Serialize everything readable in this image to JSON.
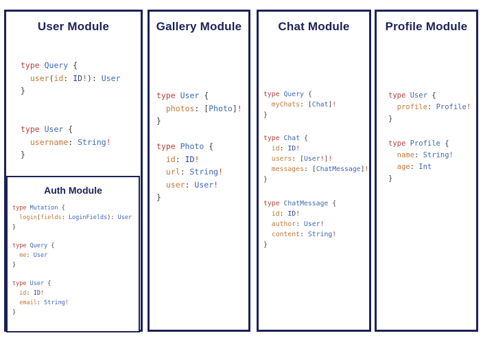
{
  "colors": {
    "border": "#1c2159",
    "title": "#1c2159",
    "keyword": "#b2423b",
    "type_name": "#3c68b5",
    "builtin_scalar": "#2a4490",
    "field": "#c27a35",
    "punctuation": "#3f3f3f",
    "bang": "#c04137",
    "background": "#ffffff"
  },
  "panels": [
    {
      "title": "User Module",
      "blocks": [
        [
          [
            [
              "k",
              "type "
            ],
            [
              "t",
              "Query"
            ],
            [
              "p",
              " {"
            ]
          ],
          [
            [
              "p",
              "  "
            ],
            [
              "f",
              "user"
            ],
            [
              "p",
              "("
            ],
            [
              "f",
              "id"
            ],
            [
              "p",
              ": "
            ],
            [
              "b",
              "ID"
            ],
            [
              "x",
              "!"
            ],
            [
              "p",
              "): "
            ],
            [
              "t",
              "User"
            ]
          ],
          [
            [
              "p",
              "}"
            ]
          ]
        ],
        [
          [
            [
              "k",
              "type "
            ],
            [
              "t",
              "User"
            ],
            [
              "p",
              " {"
            ]
          ],
          [
            [
              "p",
              "  "
            ],
            [
              "f",
              "username"
            ],
            [
              "p",
              ": "
            ],
            [
              "t",
              "String"
            ],
            [
              "x",
              "!"
            ]
          ],
          [
            [
              "p",
              "}"
            ]
          ]
        ]
      ],
      "sub_panel": {
        "title": "Auth Module",
        "blocks": [
          [
            [
              [
                "k",
                "type "
              ],
              [
                "t",
                "Mutation"
              ],
              [
                "p",
                " {"
              ]
            ],
            [
              [
                "p",
                "  "
              ],
              [
                "f",
                "login"
              ],
              [
                "p",
                "("
              ],
              [
                "f",
                "fields"
              ],
              [
                "p",
                ": "
              ],
              [
                "t",
                "LoginFields"
              ],
              [
                "p",
                "): "
              ],
              [
                "t",
                "User"
              ]
            ],
            [
              [
                "p",
                "}"
              ]
            ]
          ],
          [
            [
              [
                "k",
                "type "
              ],
              [
                "t",
                "Query"
              ],
              [
                "p",
                " {"
              ]
            ],
            [
              [
                "p",
                "  "
              ],
              [
                "f",
                "me"
              ],
              [
                "p",
                ": "
              ],
              [
                "t",
                "User"
              ]
            ],
            [
              [
                "p",
                "}"
              ]
            ]
          ],
          [
            [
              [
                "k",
                "type "
              ],
              [
                "t",
                "User"
              ],
              [
                "p",
                " {"
              ]
            ],
            [
              [
                "p",
                "  "
              ],
              [
                "f",
                "id"
              ],
              [
                "p",
                ": "
              ],
              [
                "b",
                "ID"
              ],
              [
                "x",
                "!"
              ]
            ],
            [
              [
                "p",
                "  "
              ],
              [
                "f",
                "email"
              ],
              [
                "p",
                ": "
              ],
              [
                "t",
                "String"
              ],
              [
                "x",
                "!"
              ]
            ],
            [
              [
                "p",
                "}"
              ]
            ]
          ]
        ]
      }
    },
    {
      "title": "Gallery Module",
      "blocks": [
        [
          [
            [
              "k",
              "type "
            ],
            [
              "t",
              "User"
            ],
            [
              "p",
              " {"
            ]
          ],
          [
            [
              "p",
              "  "
            ],
            [
              "f",
              "photos"
            ],
            [
              "p",
              ": ["
            ],
            [
              "t",
              "Photo"
            ],
            [
              "p",
              "]"
            ],
            [
              "x",
              "!"
            ]
          ],
          [
            [
              "p",
              "}"
            ]
          ]
        ],
        [
          [
            [
              "k",
              "type "
            ],
            [
              "t",
              "Photo"
            ],
            [
              "p",
              " {"
            ]
          ],
          [
            [
              "p",
              "  "
            ],
            [
              "f",
              "id"
            ],
            [
              "p",
              ": "
            ],
            [
              "b",
              "ID"
            ],
            [
              "x",
              "!"
            ]
          ],
          [
            [
              "p",
              "  "
            ],
            [
              "f",
              "url"
            ],
            [
              "p",
              ": "
            ],
            [
              "t",
              "String"
            ],
            [
              "x",
              "!"
            ]
          ],
          [
            [
              "p",
              "  "
            ],
            [
              "f",
              "user"
            ],
            [
              "p",
              ": "
            ],
            [
              "t",
              "User"
            ],
            [
              "x",
              "!"
            ]
          ],
          [
            [
              "p",
              "}"
            ]
          ]
        ]
      ]
    },
    {
      "title": "Chat Module",
      "blocks": [
        [
          [
            [
              "k",
              "type "
            ],
            [
              "t",
              "Query"
            ],
            [
              "p",
              " {"
            ]
          ],
          [
            [
              "p",
              "  "
            ],
            [
              "f",
              "myChats"
            ],
            [
              "p",
              ": ["
            ],
            [
              "t",
              "Chat"
            ],
            [
              "p",
              "]"
            ],
            [
              "x",
              "!"
            ]
          ],
          [
            [
              "p",
              "}"
            ]
          ]
        ],
        [
          [
            [
              "k",
              "type "
            ],
            [
              "t",
              "Chat"
            ],
            [
              "p",
              " {"
            ]
          ],
          [
            [
              "p",
              "  "
            ],
            [
              "f",
              "id"
            ],
            [
              "p",
              ": "
            ],
            [
              "b",
              "ID"
            ],
            [
              "x",
              "!"
            ]
          ],
          [
            [
              "p",
              "  "
            ],
            [
              "f",
              "users"
            ],
            [
              "p",
              ": ["
            ],
            [
              "t",
              "User"
            ],
            [
              "x",
              "!"
            ],
            [
              "p",
              "]"
            ],
            [
              "x",
              "!"
            ]
          ],
          [
            [
              "p",
              "  "
            ],
            [
              "f",
              "messages"
            ],
            [
              "p",
              ": ["
            ],
            [
              "t",
              "ChatMessage"
            ],
            [
              "p",
              "]"
            ],
            [
              "x",
              "!"
            ]
          ],
          [
            [
              "p",
              "}"
            ]
          ]
        ],
        [
          [
            [
              "k",
              "type "
            ],
            [
              "t",
              "ChatMessage"
            ],
            [
              "p",
              " {"
            ]
          ],
          [
            [
              "p",
              "  "
            ],
            [
              "f",
              "id"
            ],
            [
              "p",
              ": "
            ],
            [
              "b",
              "ID"
            ],
            [
              "x",
              "!"
            ]
          ],
          [
            [
              "p",
              "  "
            ],
            [
              "f",
              "author"
            ],
            [
              "p",
              ": "
            ],
            [
              "t",
              "User"
            ],
            [
              "x",
              "!"
            ]
          ],
          [
            [
              "p",
              "  "
            ],
            [
              "f",
              "content"
            ],
            [
              "p",
              ": "
            ],
            [
              "t",
              "String"
            ],
            [
              "x",
              "!"
            ]
          ],
          [
            [
              "p",
              "}"
            ]
          ]
        ]
      ]
    },
    {
      "title": "Profile Module",
      "blocks": [
        [
          [
            [
              "k",
              "type "
            ],
            [
              "t",
              "User"
            ],
            [
              "p",
              " {"
            ]
          ],
          [
            [
              "p",
              "  "
            ],
            [
              "f",
              "profile"
            ],
            [
              "p",
              ": "
            ],
            [
              "t",
              "Profile"
            ],
            [
              "x",
              "!"
            ]
          ],
          [
            [
              "p",
              "}"
            ]
          ]
        ],
        [
          [
            [
              "k",
              "type "
            ],
            [
              "t",
              "Profile"
            ],
            [
              "p",
              " {"
            ]
          ],
          [
            [
              "p",
              "  "
            ],
            [
              "f",
              "name"
            ],
            [
              "p",
              ": "
            ],
            [
              "t",
              "String"
            ],
            [
              "x",
              "!"
            ]
          ],
          [
            [
              "p",
              "  "
            ],
            [
              "f",
              "age"
            ],
            [
              "p",
              ": "
            ],
            [
              "t",
              "Int"
            ]
          ],
          [
            [
              "p",
              "}"
            ]
          ]
        ]
      ]
    }
  ]
}
